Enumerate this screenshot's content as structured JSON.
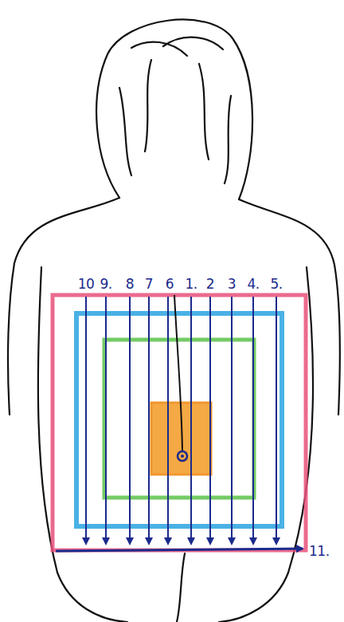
{
  "diagram": {
    "labels": [
      "10",
      "9.",
      "8",
      "7",
      "6",
      "1.",
      "2",
      "3",
      "4.",
      "5.",
      "11."
    ]
  }
}
